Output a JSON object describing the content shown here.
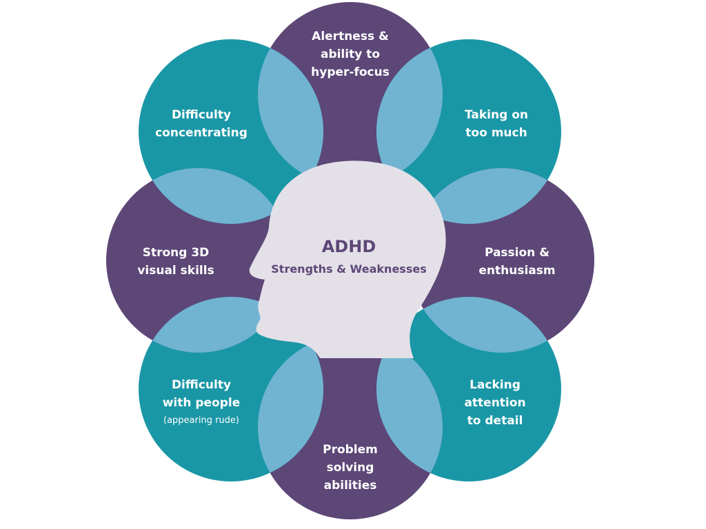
{
  "colors": {
    "teal": "#1a97a6",
    "purple": "#5d4777",
    "overlap": "#70b4d2",
    "head": "#e4e0e8",
    "center_text": "#5d4777"
  },
  "center": {
    "title": "ADHD",
    "subtitle": "Strengths & Weaknesses"
  },
  "petals": [
    {
      "position": "top",
      "type": "strength",
      "lines": [
        "Alertness &",
        "ability to",
        "hyper-focus"
      ]
    },
    {
      "position": "top-right",
      "type": "weakness",
      "lines": [
        "Taking on",
        "too much"
      ]
    },
    {
      "position": "right",
      "type": "strength",
      "lines": [
        "Passion &",
        "enthusiasm"
      ]
    },
    {
      "position": "bottom-right",
      "type": "weakness",
      "lines": [
        "Lacking",
        "attention",
        "to detail"
      ]
    },
    {
      "position": "bottom",
      "type": "strength",
      "lines": [
        "Problem",
        "solving",
        "abilities"
      ]
    },
    {
      "position": "bottom-left",
      "type": "weakness",
      "lines": [
        "Difficulty",
        "with people"
      ],
      "note": "(appearing rude)"
    },
    {
      "position": "left",
      "type": "strength",
      "lines": [
        "Strong 3D",
        "visual skills"
      ]
    },
    {
      "position": "top-left",
      "type": "weakness",
      "lines": [
        "Difficulty",
        "concentrating"
      ]
    }
  ]
}
